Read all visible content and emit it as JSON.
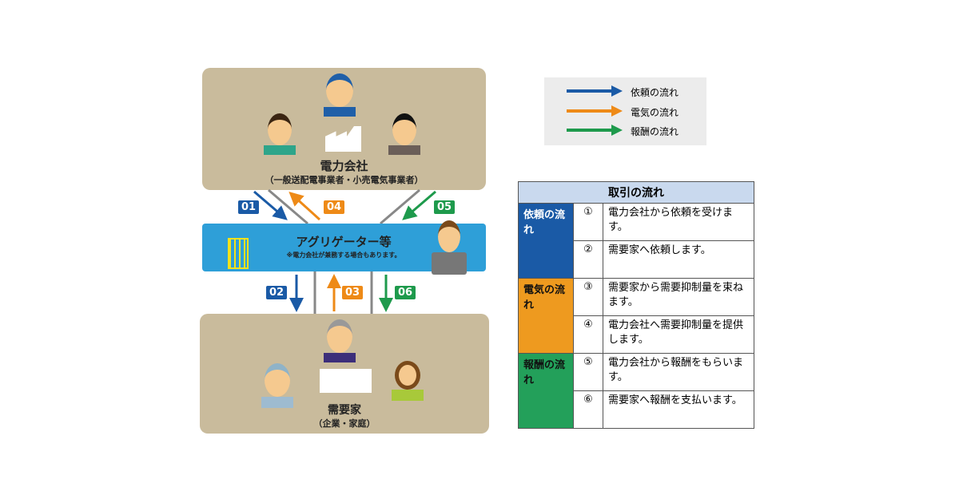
{
  "colors": {
    "request": "#1a5aa6",
    "power": "#ee8a17",
    "reward": "#1e9a4c",
    "company_bg": "#c9bb9c",
    "aggregator_bg": "#2e9fd8"
  },
  "company": {
    "title": "電力会社",
    "subtitle": "（一般送配電事業者・小売電気事業者）"
  },
  "aggregator": {
    "title": "アグリゲーター等",
    "note": "※電力会社が兼務する場合もあります。"
  },
  "consumer": {
    "title": "需要家",
    "subtitle": "（企業・家庭）"
  },
  "badges": [
    "01",
    "02",
    "03",
    "04",
    "05",
    "06"
  ],
  "legend": [
    {
      "label": "依頼の流れ"
    },
    {
      "label": "電気の流れ"
    },
    {
      "label": "報酬の流れ"
    }
  ],
  "table": {
    "header": "取引の流れ",
    "groups": [
      {
        "category": "依頼の流れ",
        "rows": [
          {
            "num": "①",
            "text": "電力会社から依頼を受けます。"
          },
          {
            "num": "②",
            "text": "需要家へ依頼します。"
          }
        ]
      },
      {
        "category": "電気の流れ",
        "rows": [
          {
            "num": "③",
            "text": "需要家から需要抑制量を束ねます。"
          },
          {
            "num": "④",
            "text": "電力会社へ需要抑制量を提供します。"
          }
        ]
      },
      {
        "category": "報酬の流れ",
        "rows": [
          {
            "num": "⑤",
            "text": "電力会社から報酬をもらいます。"
          },
          {
            "num": "⑥",
            "text": "需要家へ報酬を支払います。"
          }
        ]
      }
    ]
  }
}
